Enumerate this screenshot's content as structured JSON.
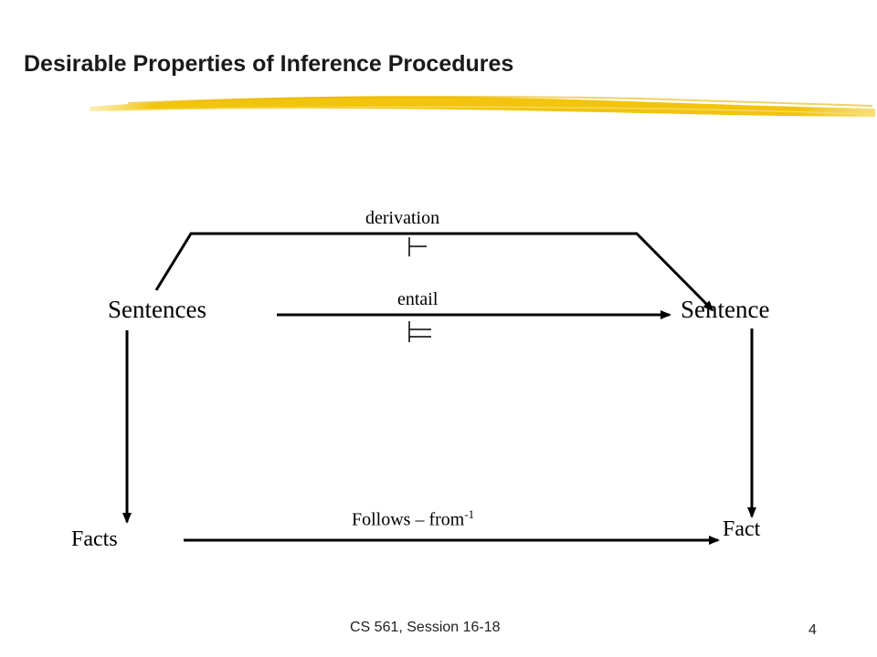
{
  "slide": {
    "title": "Desirable Properties of Inference Procedures",
    "accent_color": "#f2c200"
  },
  "diagram": {
    "nodes": {
      "sentences": "Sentences",
      "sentence": "Sentence",
      "facts": "Facts",
      "fact": "Fact"
    },
    "edges": {
      "derivation": "derivation",
      "entail": "entail",
      "follows_from": "Follows – from",
      "follows_from_superscript": "-1"
    },
    "symbols": {
      "derivation_symbol": "single-turnstile",
      "entail_symbol": "double-turnstile"
    }
  },
  "footer": {
    "course": "CS 561,  Session 16-18",
    "page_number": "4"
  }
}
